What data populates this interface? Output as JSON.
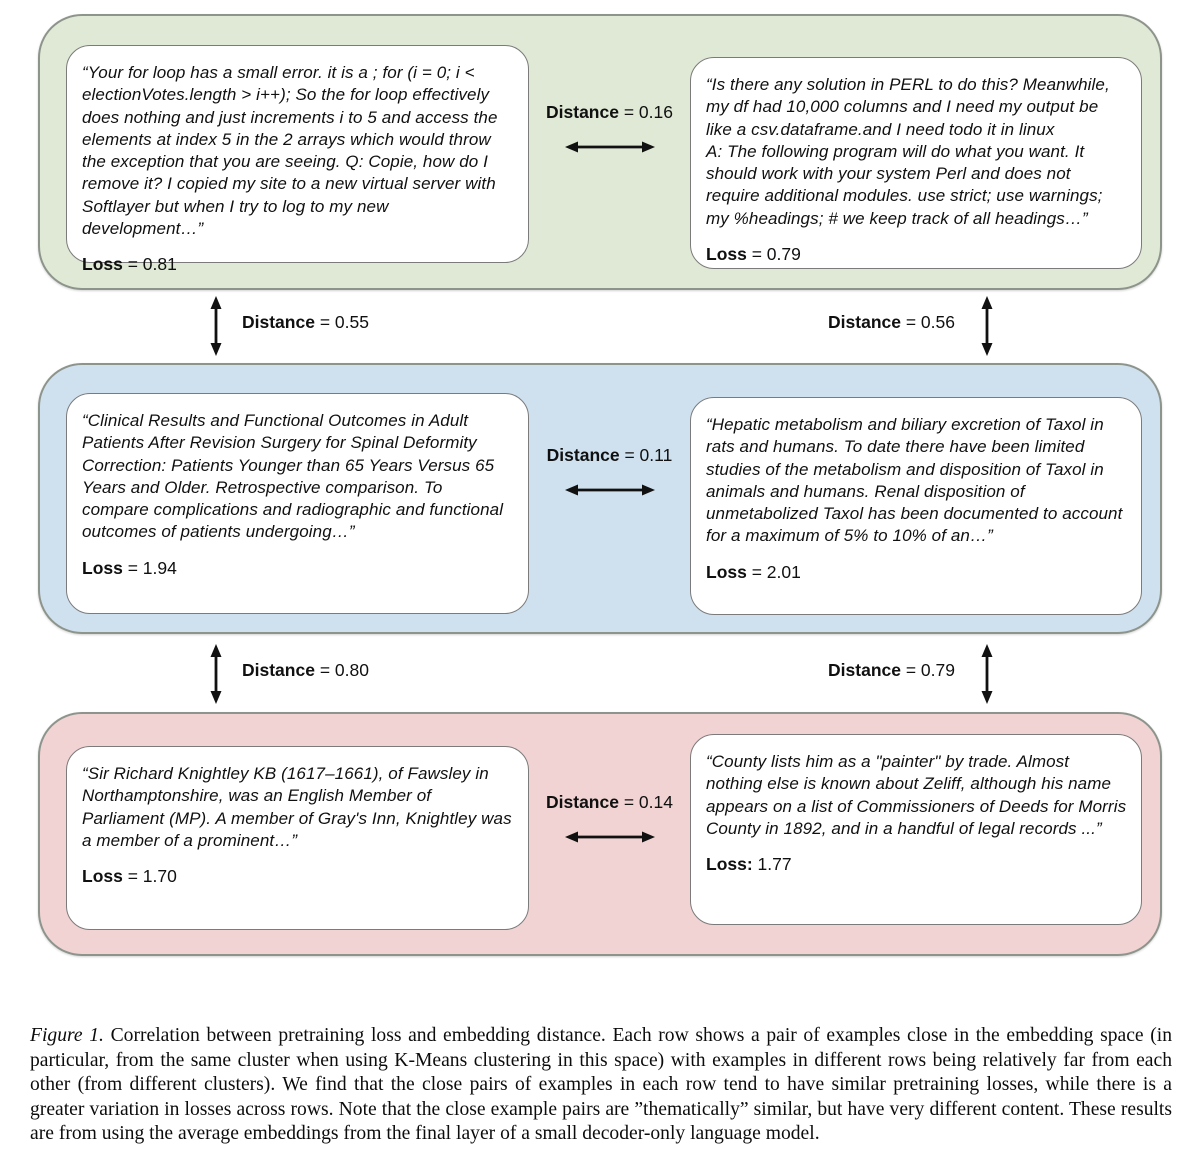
{
  "rows": [
    {
      "name": "green-cluster",
      "bg": "#dfe9d5",
      "pair_distance": {
        "bold": "Distance",
        "rest": " = 0.16"
      },
      "left": {
        "quote": "“Your for loop has a small error. it is a ; for (i = 0; i < electionVotes.length > i++); So the for loop effectively does nothing and just increments i to 5 and access the elements at index 5 in the 2 arrays which would throw the exception that you are seeing. Q: Copie, how do I remove it? I copied my site to a new virtual server with Softlayer but when I try to log to my new development…”",
        "loss": {
          "bold": "Loss",
          "rest": " = 0.81"
        }
      },
      "right": {
        "quote": "“Is there any solution in PERL to do this? Meanwhile, my df had 10,000 columns and I need my output be like a csv.dataframe.and I need todo it in linux\nA: The following program will do what you want. It should work with your system Perl and does not require additional modules. use strict; use warnings; my %headings; # we keep track of all headings…”",
        "loss": {
          "bold": "Loss",
          "rest": " = 0.79"
        }
      }
    },
    {
      "name": "blue-cluster",
      "bg": "#cfe1ef",
      "pair_distance": {
        "bold": "Distance",
        "rest": " = 0.11"
      },
      "left": {
        "quote": "“Clinical Results and Functional Outcomes in Adult Patients After Revision Surgery for Spinal Deformity Correction: Patients Younger than 65 Years Versus 65 Years and Older. Retrospective comparison. To compare complications and radiographic and functional outcomes of patients undergoing…”",
        "loss": {
          "bold": "Loss",
          "rest": " = 1.94"
        }
      },
      "right": {
        "quote": "“Hepatic metabolism and biliary excretion of Taxol in rats and humans. To date there have been limited studies of the metabolism and disposition of Taxol in animals and humans. Renal disposition of unmetabolized Taxol has been documented to account for a maximum of 5% to 10% of an…”",
        "loss": {
          "bold": "Loss",
          "rest": " = 2.01"
        }
      }
    },
    {
      "name": "pink-cluster",
      "bg": "#f0d3d2",
      "pair_distance": {
        "bold": "Distance",
        "rest": " = 0.14"
      },
      "left": {
        "quote": "“Sir Richard Knightley KB (1617–1661), of Fawsley in Northamptonshire, was an English Member of Parliament (MP). A member of Gray's Inn, Knightley was a member of a prominent…”",
        "loss": {
          "bold": "Loss",
          "rest": " = 1.70"
        }
      },
      "right": {
        "quote": "“County lists him as a \"painter\" by trade. Almost nothing else is known about Zeliff, although his name appears on a list of Commissioners of Deeds for Morris County in 1892, and in a handful of legal records ...”",
        "loss": {
          "bold": "Loss:",
          "rest": " 1.77"
        }
      }
    }
  ],
  "gaps": [
    {
      "left": {
        "bold": "Distance",
        "rest": " = 0.55"
      },
      "right": {
        "bold": "Distance",
        "rest": " = 0.56"
      }
    },
    {
      "left": {
        "bold": "Distance",
        "rest": " = 0.80"
      },
      "right": {
        "bold": "Distance",
        "rest": " = 0.79"
      }
    }
  ],
  "caption": {
    "label": "Figure 1.",
    "text": "Correlation between pretraining loss and embedding distance. Each row shows a pair of examples close in the embedding space (in particular, from the same cluster when using K-Means clustering in this space) with examples in different rows being relatively far from each other (from different clusters). We find that the close pairs of examples in each row tend to have similar pretraining losses, while there is a greater variation in losses across rows. Note that the close example pairs are ”thematically” similar, but have very different content. These results are from using the average embeddings from the final layer of a small decoder-only language model."
  },
  "colors": {
    "green_row": "#dfe9d5",
    "blue_row": "#cfe1ef",
    "pink_row": "#f0d3d2",
    "arrow": "#111111"
  }
}
